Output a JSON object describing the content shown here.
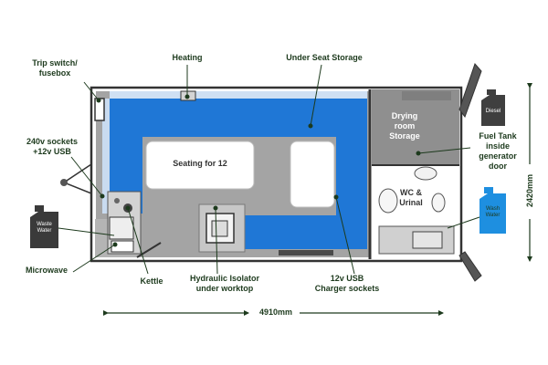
{
  "labels": {
    "trip_switch": "Trip switch/\nfusebox",
    "heating": "Heating",
    "under_seat_storage": "Under Seat Storage",
    "sockets_240v": "240v sockets\n+12v USB",
    "microwave": "Microwave",
    "kettle": "Kettle",
    "hydraulic_isolator": "Hydraulic Isolator\nunder worktop",
    "usb_12v": "12v USB\nCharger sockets",
    "fuel_tank": "Fuel Tank\ninside\ngenerator\ndoor"
  },
  "inside": {
    "seating": "Seating for 12",
    "drying_room": "Drying\nroom\nStorage",
    "wc": "WC &\nUrinal"
  },
  "cans": {
    "diesel": "Diesel",
    "waste_water": "Waste\nWater",
    "wash_water": "Wash\nWater"
  },
  "dimensions": {
    "length": "4910mm",
    "width": "2420mm"
  },
  "colors": {
    "seat_blue": "#1f77d6",
    "floor_grey": "#a9a9a9",
    "label_green": "#1d3a1d",
    "wash_can_blue": "#1e8fe0"
  }
}
